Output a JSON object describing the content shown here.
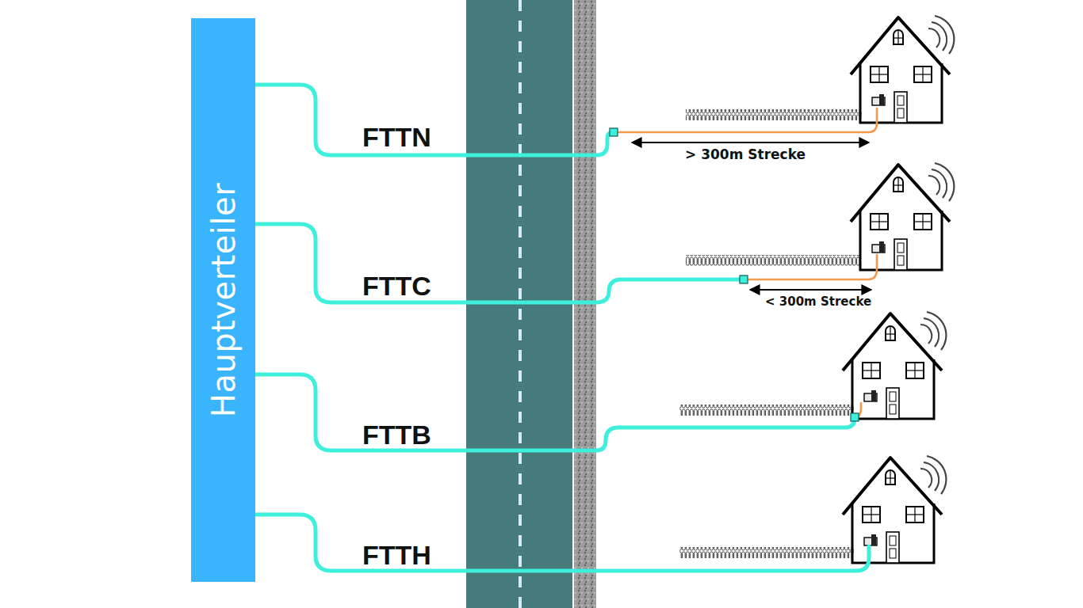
{
  "diagram": {
    "nodes": [
      {
        "text": [
          "Hauptverteiler"
        ]
      }
    ],
    "labels": [
      "FTTN",
      "> 300m Strecke",
      "FTTC",
      "< 300m Strecke",
      "FTTB",
      "FTTH"
    ]
  }
}
